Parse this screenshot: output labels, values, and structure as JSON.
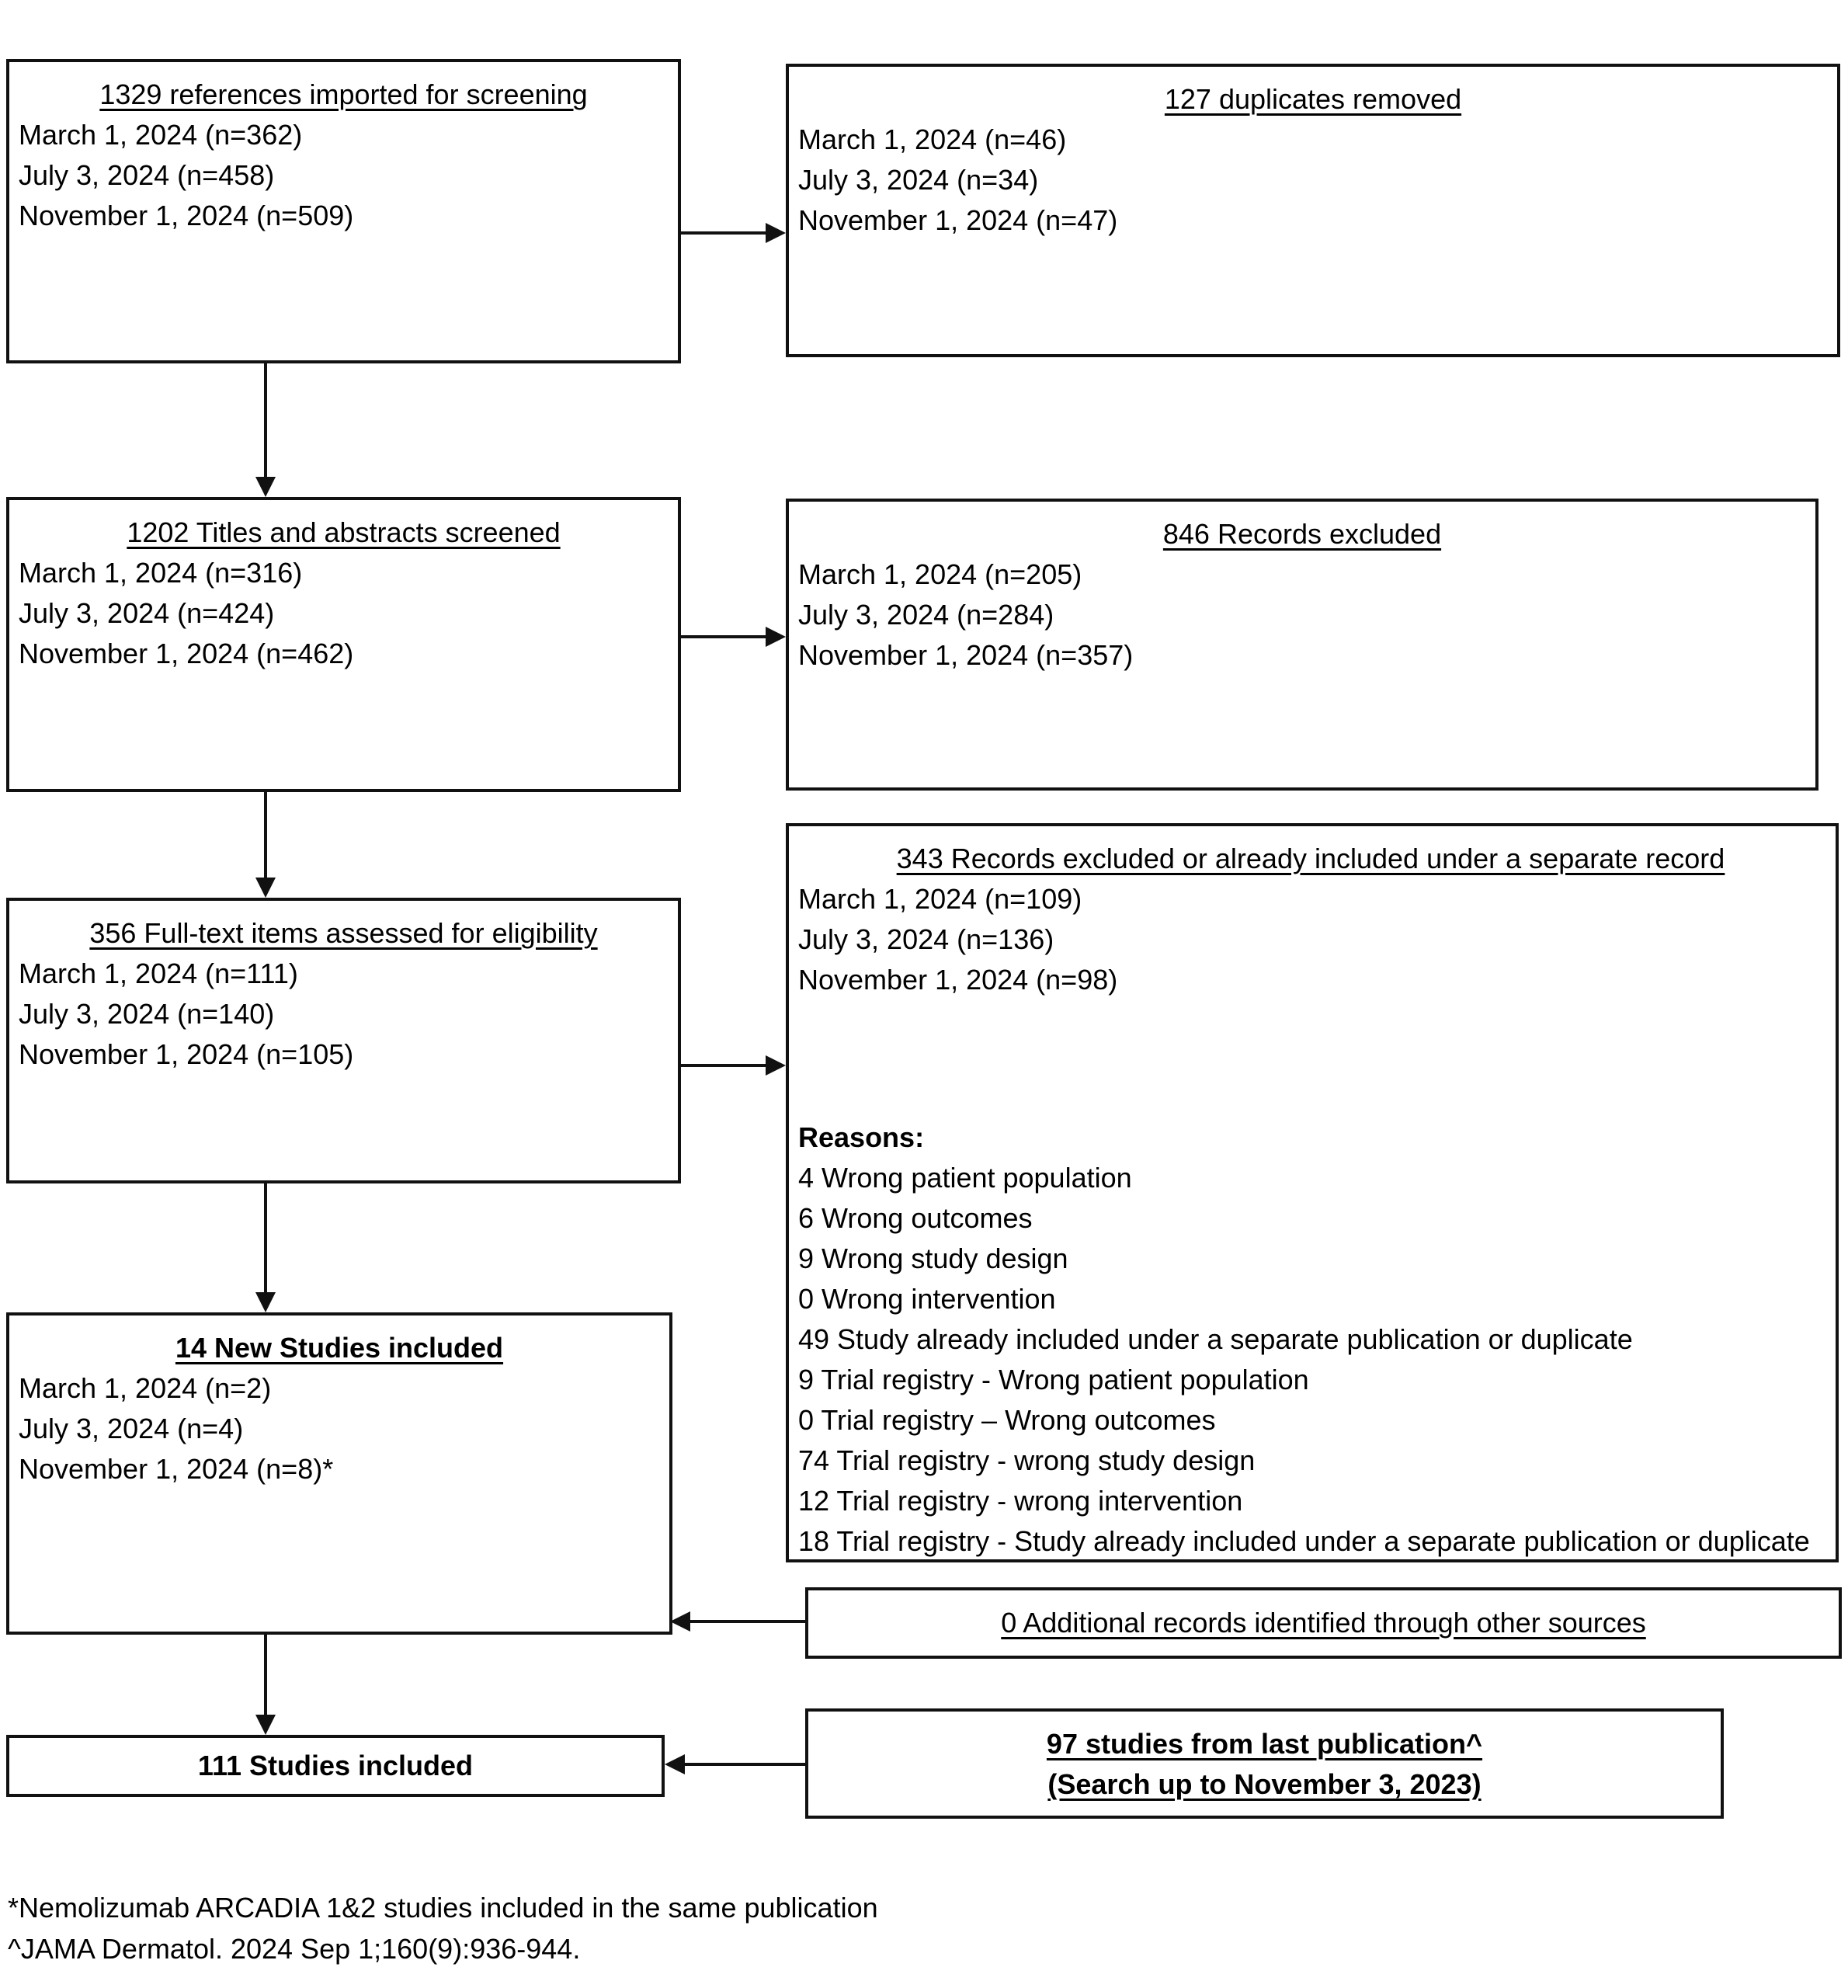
{
  "colors": {
    "ink": "#111111",
    "background": "#ffffff",
    "text": "#000000"
  },
  "boxes": {
    "imported": {
      "title": "1329 references imported for screening",
      "dates": [
        "March 1, 2024 (n=362)",
        "July 3, 2024 (n=458)",
        "November 1, 2024 (n=509)"
      ]
    },
    "duplicates": {
      "title": "127 duplicates removed",
      "dates": [
        "March 1, 2024 (n=46)",
        "July 3, 2024 (n=34)",
        "November 1, 2024 (n=47)"
      ]
    },
    "screened": {
      "title": "1202 Titles and abstracts screened",
      "dates": [
        "March 1, 2024 (n=316)",
        "July 3, 2024 (n=424)",
        "November 1, 2024 (n=462)"
      ]
    },
    "records_excluded": {
      "title": "846 Records excluded",
      "dates": [
        "March 1, 2024 (n=205)",
        "July 3, 2024 (n=284)",
        "November 1, 2024 (n=357)"
      ]
    },
    "fulltext": {
      "title": "356 Full-text items assessed for eligibility",
      "dates": [
        "March 1, 2024 (n=111)",
        "July 3, 2024 (n=140)",
        "November 1, 2024 (n=105)"
      ]
    },
    "excluded_or_included": {
      "title": "343 Records excluded or already included under a separate record",
      "dates": [
        "March 1, 2024 (n=109)",
        "July 3, 2024 (n=136)",
        "November 1, 2024 (n=98)"
      ],
      "reasons_label": "Reasons:",
      "reasons": [
        "4 Wrong patient population",
        "6 Wrong outcomes",
        "9 Wrong study design",
        "0 Wrong intervention",
        "49 Study already included under a separate publication or duplicate",
        "9 Trial registry - Wrong patient population",
        "0 Trial registry – Wrong outcomes",
        "74 Trial registry - wrong study design",
        "12 Trial registry - wrong intervention",
        "18 Trial registry - Study already included under a separate publication or duplicate"
      ]
    },
    "new_studies": {
      "title": "14 New Studies included",
      "dates": [
        "March 1, 2024 (n=2)",
        "July 3, 2024 (n=4)",
        "November 1, 2024 (n=8)*"
      ]
    },
    "additional_records": {
      "title": "0 Additional records identified through other sources"
    },
    "studies_included": {
      "title": "111 Studies included"
    },
    "last_publication": {
      "title_line1": "97 studies from last publication^",
      "title_line2": "(Search up to November 3, 2023)"
    }
  },
  "footnotes": [
    "*Nemolizumab ARCADIA 1&2 studies included in the same publication",
    "^JAMA Dermatol. 2024 Sep 1;160(9):936-944."
  ]
}
